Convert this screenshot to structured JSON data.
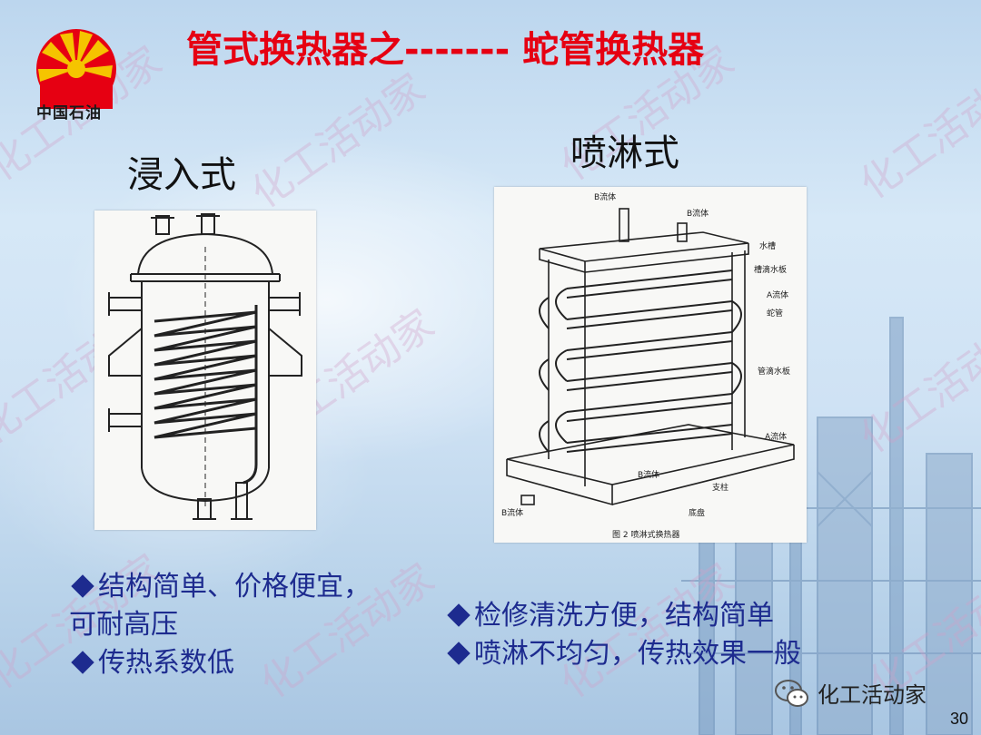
{
  "logo": {
    "text": "中国石油",
    "icon": "petrochina-logo"
  },
  "title": "管式换热器之------- 蛇管换热器",
  "sections": {
    "immersion": {
      "label": "浸入式",
      "bullets": [
        "结构简单、价格便宜，",
        "可耐高压",
        "传热系数低"
      ]
    },
    "spray": {
      "label": "喷淋式",
      "figure_labels": {
        "b_fluid_top1": "B流体",
        "b_fluid_top2": "B流体",
        "water_tank": "水槽",
        "spray_plate": "槽滴水板",
        "a_fluid_top": "A流体",
        "coil": "蛇管",
        "drip_plate": "管滴水板",
        "a_fluid_bottom": "A流体",
        "b_fluid_middle": "B流体",
        "support": "支柱",
        "b_fluid_outlet": "B流体",
        "basin": "底盘",
        "caption": "图 2  喷淋式换热器"
      },
      "bullets": [
        "检修清洗方便，结构简单",
        "喷淋不均匀，传热效果一般"
      ]
    }
  },
  "watermark": {
    "text": "化工活动家"
  },
  "wechat": {
    "label": "化工活动家",
    "icon": "wechat-icon"
  },
  "page_number": "30",
  "colors": {
    "title": "#e60012",
    "bullet": "#1d2b8f",
    "logo_red": "#e60012",
    "logo_yellow": "#f5c400"
  }
}
